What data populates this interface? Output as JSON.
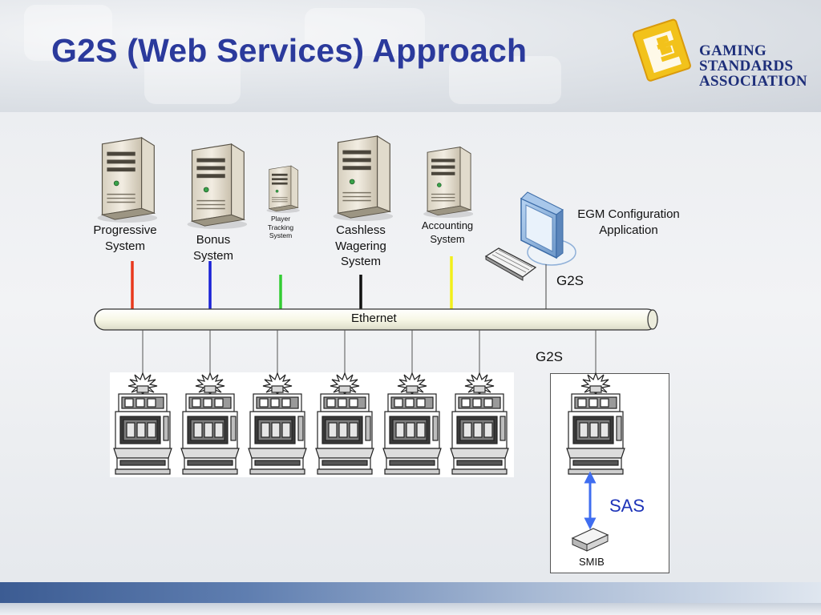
{
  "slide": {
    "title": "G2S (Web Services) Approach"
  },
  "logo": {
    "icon": "gsa-logo-mark",
    "lines": [
      "GAMING",
      "STANDARDS",
      "ASSOCIATION"
    ]
  },
  "servers": [
    {
      "name": "Progressive System",
      "lines": [
        "Progressive",
        "System"
      ],
      "link_color": "#e8381c"
    },
    {
      "name": "Bonus System",
      "lines": [
        "Bonus",
        "System"
      ],
      "link_color": "#1a22d6"
    },
    {
      "name": "Player Tracking System",
      "lines": [
        "Player",
        "Tracking",
        "System"
      ],
      "link_color": "#33cc33"
    },
    {
      "name": "Cashless Wagering System",
      "lines": [
        "Cashless",
        "Wagering",
        "System"
      ],
      "link_color": "#111111"
    },
    {
      "name": "Accounting System",
      "lines": [
        "Accounting",
        "System"
      ],
      "link_color": "#f2ef1a"
    }
  ],
  "workstation": {
    "lines": [
      "EGM Configuration",
      "Application"
    ],
    "icon": "computer-monitor-icon"
  },
  "protocols": {
    "g2s_top": "G2S",
    "g2s_bottom": "G2S",
    "sas": "SAS"
  },
  "bus": {
    "label": "Ethernet"
  },
  "egms": {
    "count": 6,
    "icon": "slot-machine-icon"
  },
  "smib": {
    "label": "SMIB",
    "icon": "smib-device-icon"
  },
  "colors": {
    "title": "#2b3a9c",
    "sas_arrow": "#3f6df0",
    "sas_label": "#1d33b8"
  }
}
